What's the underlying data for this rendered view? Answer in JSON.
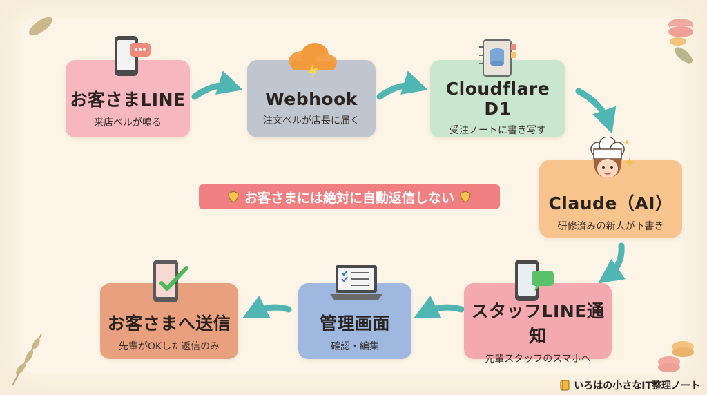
{
  "steps": [
    {
      "title": "お客さまLINE",
      "sub": "来店ベルが鳴る"
    },
    {
      "title": "Webhook",
      "sub": "注文ベルが店長に届く"
    },
    {
      "title": "Cloudflare D1",
      "sub": "受注ノートに書き写す"
    },
    {
      "title": "Claude（AI）",
      "sub": "研修済みの新人が下書き"
    },
    {
      "title": "スタッフLINE通知",
      "sub": "先輩スタッフのスマホへ"
    },
    {
      "title": "管理画面",
      "sub": "確認・編集"
    },
    {
      "title": "お客さまへ送信",
      "sub": "先輩がOKした返信のみ"
    }
  ],
  "banner": {
    "text": "お客さまには絶対に自動返信しない"
  },
  "footer": {
    "text": "いろはの小さなIT整理ノート"
  },
  "colors": {
    "arrow": "#4fb6b3",
    "banner": "#f07f82"
  }
}
